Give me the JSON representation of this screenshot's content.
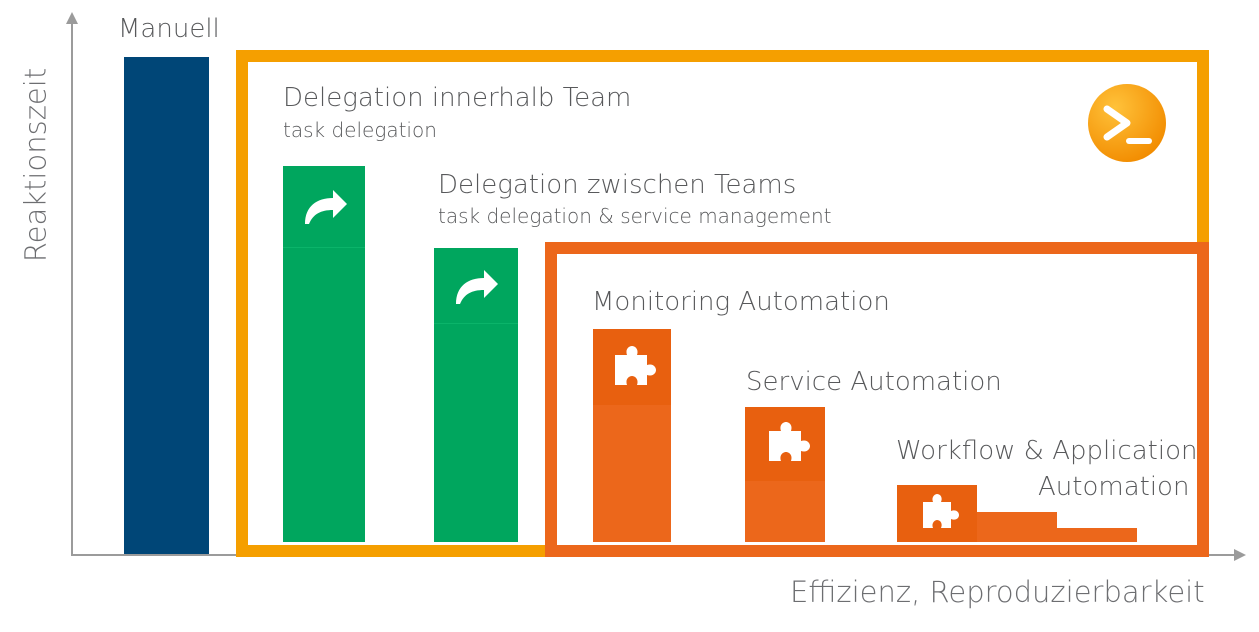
{
  "axes": {
    "y_label": "Reaktionszeit",
    "x_label": "Effizienz, Reproduzierbarkeit"
  },
  "labels": {
    "manual": "Manuell",
    "team_delegation": "Delegation innerhalb Team",
    "team_delegation_sub": "task delegation",
    "cross_team_delegation": "Delegation zwischen Teams",
    "cross_team_delegation_sub": "task delegation & service management",
    "monitoring": "Monitoring Automation",
    "service": "Service Automation",
    "workflow_line1": "Workflow & Application",
    "workflow_line2": "Automation"
  },
  "icons": {
    "powershell": "powershell-icon",
    "delegation": "share-arrow-icon",
    "automation": "puzzle-piece-icon"
  },
  "colors": {
    "manual_bar": "#004677",
    "delegation_bar": "#00a65e",
    "automation_bar": "#ec671b",
    "outer_frame": "#f59f00",
    "inner_frame": "#ec671b",
    "axis": "#9b9b9b"
  }
}
